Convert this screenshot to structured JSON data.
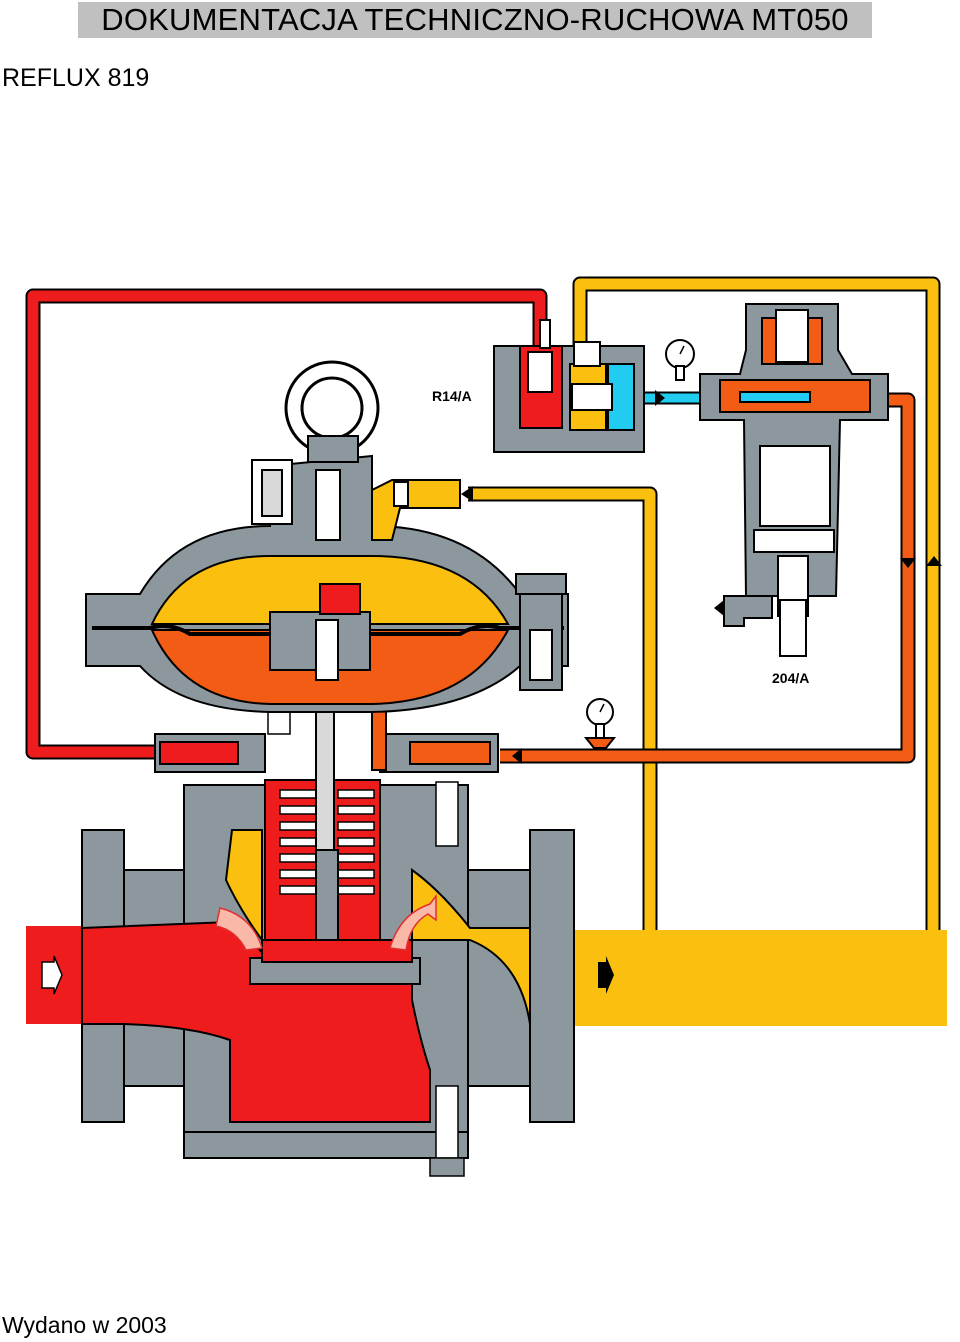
{
  "document": {
    "title": "DOKUMENTACJA TECHNICZNO-RUCHOWA MT050",
    "subtitle": "REFLUX 819",
    "footer": "Wydano w 2003"
  },
  "diagram": {
    "labels": {
      "pilot": "R14/A",
      "pre_regulator": "204/A"
    },
    "colors": {
      "inlet_pressure": "#ee1c1c",
      "outlet_pressure": "#fbbf10",
      "motorization_pressure": "#f25c14",
      "pilot_feed": "#22ccf0",
      "body_metal": "#8c989d",
      "outline": "#000000"
    }
  }
}
